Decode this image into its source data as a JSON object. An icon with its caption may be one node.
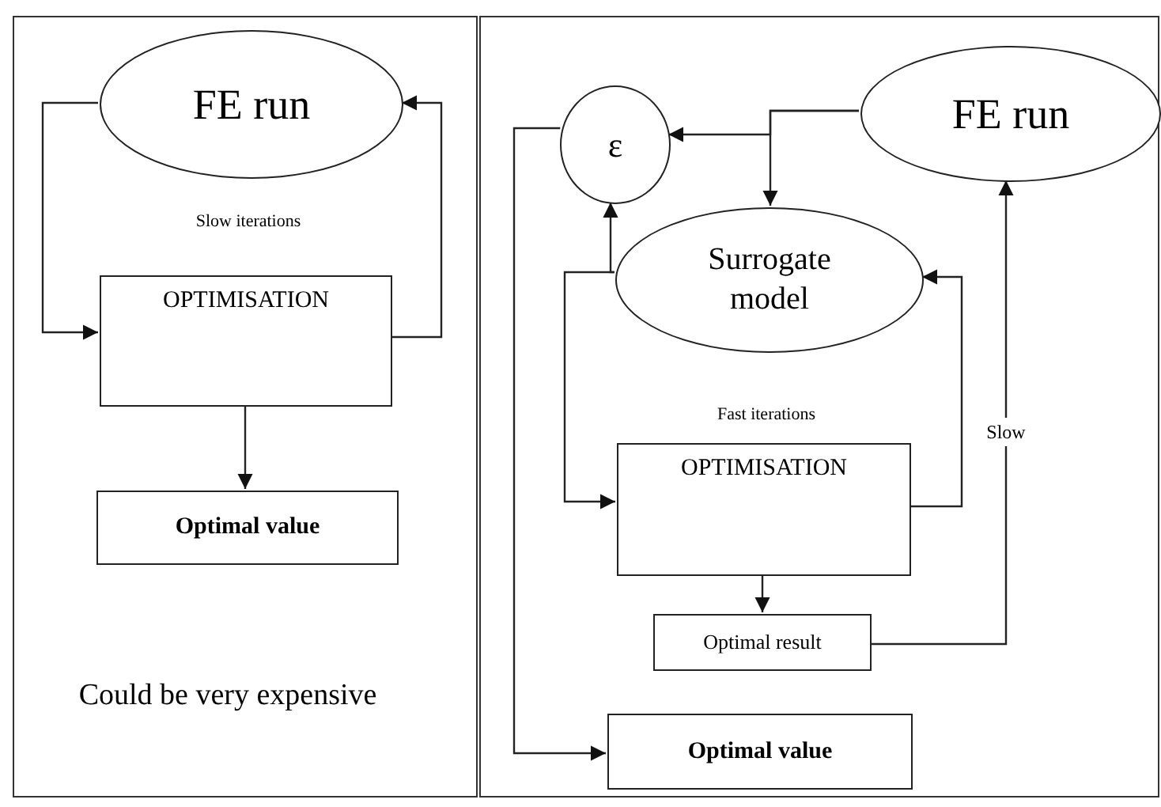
{
  "diagram": {
    "nodes": [
      {
        "text": [
          "Could be very expensive"
        ]
      },
      {
        "text": [
          "FE run"
        ],
        "in": 0
      },
      {
        "text": [
          "OPTIMISATION"
        ],
        "in": 0
      },
      {
        "text": [
          "Optimal value"
        ],
        "in": 0
      },
      {
        "text": [],
        "shape": "box"
      },
      {
        "text": [
          "ε"
        ],
        "in": 4
      },
      {
        "text": [
          "FE run"
        ],
        "in": 4
      },
      {
        "text": [
          "Surrogate model"
        ],
        "in": 4
      },
      {
        "text": [
          "OPTIMISATION"
        ],
        "in": 4
      },
      {
        "text": [
          "Optimal result"
        ],
        "in": 4
      },
      {
        "text": [
          "Optimal value"
        ],
        "in": 4
      }
    ],
    "edges": [
      {
        "from": 1,
        "to": 2,
        "arrow": "to"
      },
      {
        "from": 2,
        "to": 1,
        "arrow": "to"
      },
      {
        "from": 2,
        "to": 3,
        "arrow": "to"
      },
      {
        "from": 6,
        "to": 5,
        "arrow": "to"
      },
      {
        "from": 6,
        "to": 7,
        "arrow": "to"
      },
      {
        "from": 7,
        "to": 5,
        "arrow": "to"
      },
      {
        "from": 7,
        "to": 8,
        "arrow": "to"
      },
      {
        "from": 8,
        "to": 7,
        "arrow": "to"
      },
      {
        "from": 8,
        "to": 9,
        "arrow": "to"
      },
      {
        "from": 9,
        "to": 6,
        "arrow": "to",
        "label": "Slow"
      },
      {
        "from": 5,
        "to": 10,
        "arrow": "to"
      }
    ],
    "labels": [
      "Slow iterations",
      "Fast iterations"
    ]
  }
}
